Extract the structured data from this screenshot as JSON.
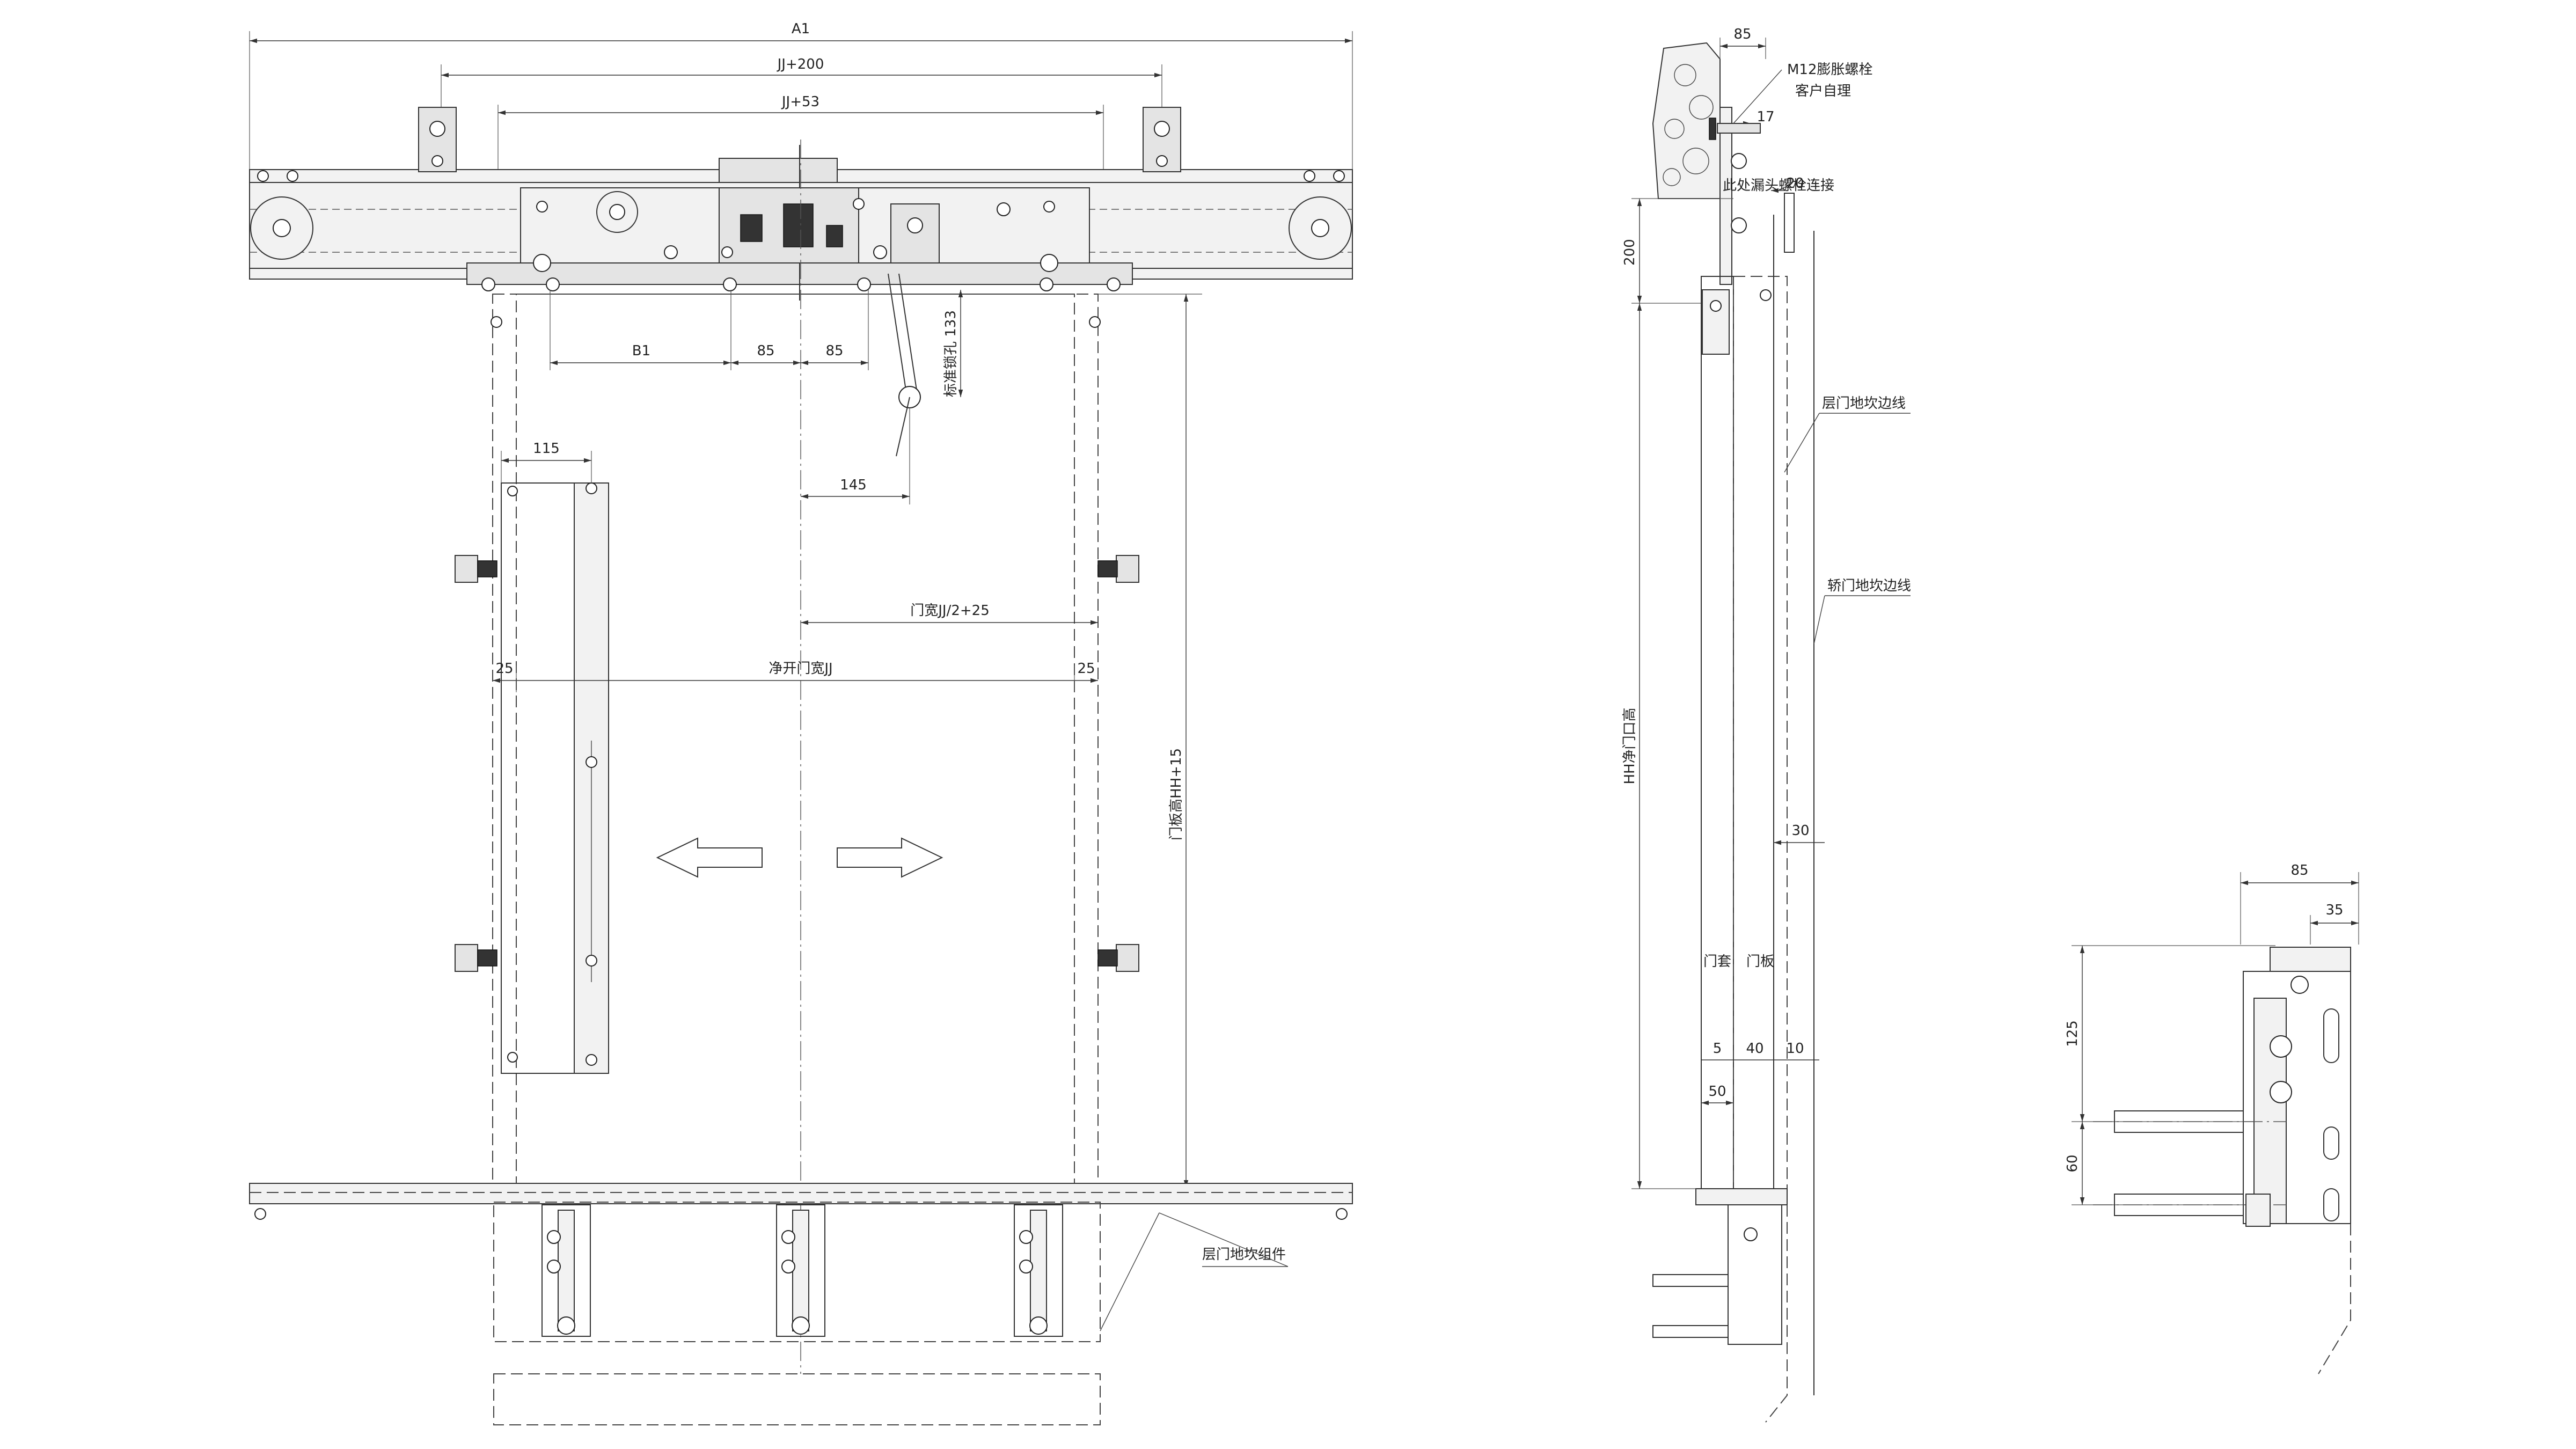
{
  "dimensions": {
    "a1": "A1",
    "jj200": "JJ+200",
    "jj53": "JJ+53",
    "b1": "B1",
    "d85a": "85",
    "d85b": "85",
    "std_hole": "标准锁孔 133",
    "d115": "115",
    "d145": "145",
    "half_width": "门宽JJ/2+25",
    "d25l": "25",
    "d25r": "25",
    "clear_width": "净开门宽JJ",
    "panel_height": "门板高HH+15",
    "side_85": "85",
    "side_17": "17",
    "side_20": "20",
    "side_200": "200",
    "side_hh": "HH净门口高",
    "side_30": "30",
    "side_5": "5",
    "side_40": "40",
    "side_10": "10",
    "side_50": "50",
    "det_85": "85",
    "det_35": "35",
    "det_125": "125",
    "det_60": "60"
  },
  "labels": {
    "anchor_bolt": "M12膨胀螺栓",
    "customer_supplied": "客户自理",
    "weld_note": "此处漏头螺栓连接",
    "landing_sill_edge": "层门地坎边线",
    "car_sill_edge": "轿门地坎边线",
    "door_frame": "门套",
    "door_panel": "门板",
    "sill_assembly": "层门地坎组件"
  }
}
